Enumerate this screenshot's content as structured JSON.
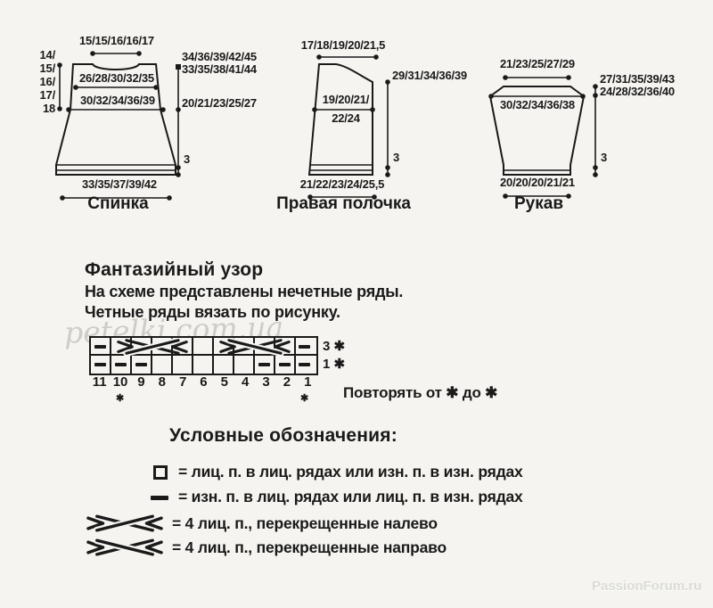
{
  "schematics": {
    "back": {
      "label": "Спинка",
      "top_width": "15/15/16/16/17",
      "side_lines": [
        "14/",
        "15/",
        "16/",
        "17/",
        "18"
      ],
      "chest_width": "26/28/30/32/35",
      "lower_width": "30/32/34/36/39",
      "right_line1": "34/36/39/42/45",
      "right_line2": "33/35/38/41/44",
      "armhole_depth": "20/21/23/25/27",
      "hem_height": "3",
      "bottom_width": "33/35/37/39/42"
    },
    "front": {
      "label": "Правая полочка",
      "top_width": "17/18/19/20/21,5",
      "side_height": "29/31/34/36/39",
      "mid_width_line1": "19/20/21/",
      "mid_width_line2": "22/24",
      "hem_height": "3",
      "bottom_width": "21/22/23/24/25,5"
    },
    "sleeve": {
      "label": "Рукав",
      "top_width": "21/23/25/27/29",
      "right_line1": "27/31/35/39/43",
      "right_line2": "24/28/32/36/40",
      "upper_width": "30/32/34/36/38",
      "hem_height": "3",
      "bottom_width": "20/20/20/21/21"
    }
  },
  "pattern": {
    "title": "Фантазийный узор",
    "note1": "На схеме представлены нечетные ряды.",
    "note2": "Четные ряды вязать по рисунку.",
    "row_label_top": "3 ✱",
    "row_label_bottom": "1 ✱",
    "columns": [
      "11",
      "10",
      "9",
      "8",
      "7",
      "6",
      "5",
      "4",
      "3",
      "2",
      "1"
    ],
    "star": "✱",
    "repeat_note": "Повторять от ✱ до ✱",
    "grid": {
      "rows": [
        {
          "row": 3,
          "cells": [
            "purl",
            "cable-left",
            "cable-left",
            "cable-left",
            "cable-left",
            "knit",
            "cable-right",
            "cable-right",
            "cable-right",
            "cable-right",
            "purl"
          ]
        },
        {
          "row": 1,
          "cells": [
            "purl",
            "purl",
            "purl",
            "knit",
            "knit",
            "knit",
            "knit",
            "knit",
            "purl",
            "purl",
            "purl"
          ]
        }
      ]
    }
  },
  "legend": {
    "heading": "Условные обозначения:",
    "items": [
      {
        "symbol": "knit-square",
        "text": "= лиц. п. в лиц. рядах или изн. п. в изн. рядах"
      },
      {
        "symbol": "purl-dash",
        "text": "= изн. п. в лиц. рядах или лиц. п. в изн. рядах"
      },
      {
        "symbol": "cable-left",
        "text": "= 4 лиц. п., перекрещенные налево"
      },
      {
        "symbol": "cable-right",
        "text": "= 4 лиц. п., перекрещенные направо"
      }
    ]
  },
  "watermarks": {
    "diagonal": "petelki.com.ua",
    "corner": "PassionForum.ru"
  },
  "colors": {
    "ink": "#1a1a1a",
    "background": "#f5f4f1",
    "watermark": "#c9c9c2"
  }
}
